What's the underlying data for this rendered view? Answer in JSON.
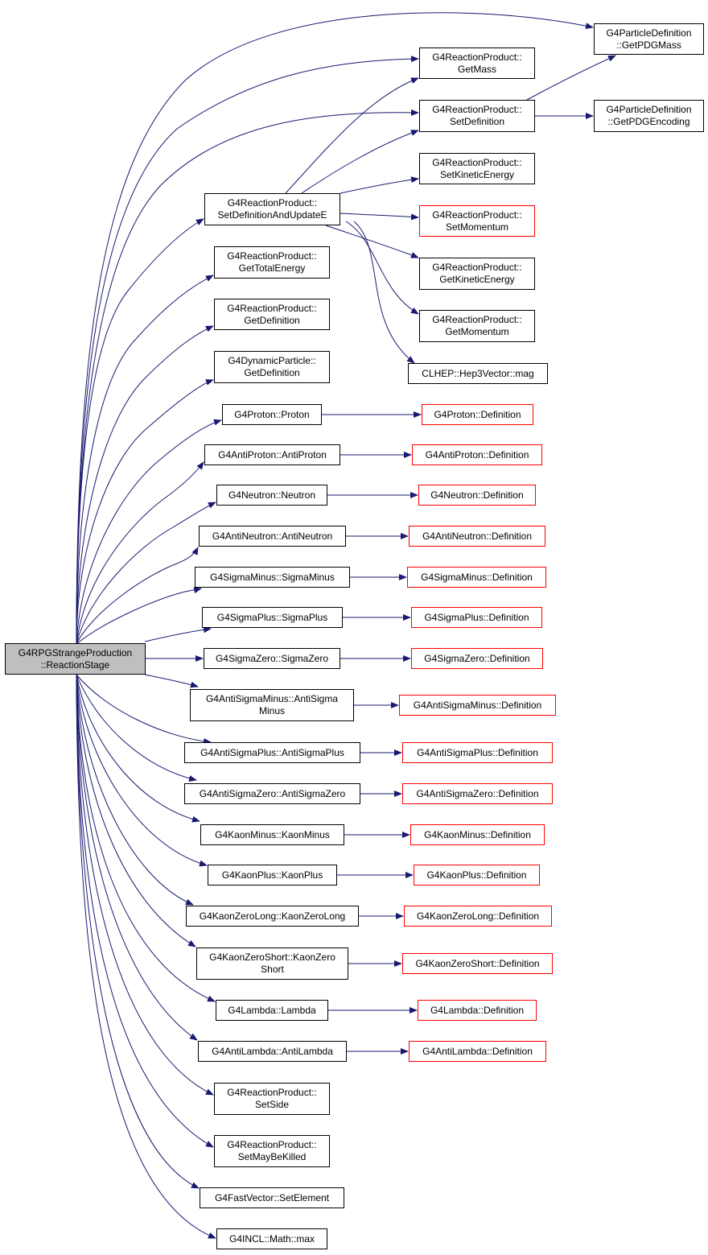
{
  "nodes": {
    "root": [
      "G4RPGStrangeProduction",
      "::ReactionStage"
    ],
    "pdg_mass": [
      "G4ParticleDefinition",
      "::GetPDGMass"
    ],
    "pdg_encoding": [
      "G4ParticleDefinition",
      "::GetPDGEncoding"
    ],
    "rp_getmass": [
      "G4ReactionProduct::",
      "GetMass"
    ],
    "rp_setdef": [
      "G4ReactionProduct::",
      "SetDefinition"
    ],
    "rp_setke": [
      "G4ReactionProduct::",
      "SetKineticEnergy"
    ],
    "rp_setmom": [
      "G4ReactionProduct::",
      "SetMomentum"
    ],
    "rp_getke": [
      "G4ReactionProduct::",
      "GetKineticEnergy"
    ],
    "rp_getmom": [
      "G4ReactionProduct::",
      "GetMomentum"
    ],
    "hep3mag": [
      "CLHEP::Hep3Vector::mag"
    ],
    "rp_setdefe": [
      "G4ReactionProduct::",
      "SetDefinitionAndUpdateE"
    ],
    "rp_gettot": [
      "G4ReactionProduct::",
      "GetTotalEnergy"
    ],
    "rp_getdef": [
      "G4ReactionProduct::",
      "GetDefinition"
    ],
    "dp_getdef": [
      "G4DynamicParticle::",
      "GetDefinition"
    ],
    "proton": [
      "G4Proton::Proton"
    ],
    "proton_def": [
      "G4Proton::Definition"
    ],
    "aproton": [
      "G4AntiProton::AntiProton"
    ],
    "aproton_def": [
      "G4AntiProton::Definition"
    ],
    "neutron": [
      "G4Neutron::Neutron"
    ],
    "neutron_def": [
      "G4Neutron::Definition"
    ],
    "aneutron": [
      "G4AntiNeutron::AntiNeutron"
    ],
    "aneutron_def": [
      "G4AntiNeutron::Definition"
    ],
    "sigmam": [
      "G4SigmaMinus::SigmaMinus"
    ],
    "sigmam_def": [
      "G4SigmaMinus::Definition"
    ],
    "sigmap": [
      "G4SigmaPlus::SigmaPlus"
    ],
    "sigmap_def": [
      "G4SigmaPlus::Definition"
    ],
    "sigma0": [
      "G4SigmaZero::SigmaZero"
    ],
    "sigma0_def": [
      "G4SigmaZero::Definition"
    ],
    "asigmam": [
      "G4AntiSigmaMinus::AntiSigma",
      "Minus"
    ],
    "asigmam_def": [
      "G4AntiSigmaMinus::Definition"
    ],
    "asigmap": [
      "G4AntiSigmaPlus::AntiSigmaPlus"
    ],
    "asigmap_def": [
      "G4AntiSigmaPlus::Definition"
    ],
    "asigma0": [
      "G4AntiSigmaZero::AntiSigmaZero"
    ],
    "asigma0_def": [
      "G4AntiSigmaZero::Definition"
    ],
    "kaonm": [
      "G4KaonMinus::KaonMinus"
    ],
    "kaonm_def": [
      "G4KaonMinus::Definition"
    ],
    "kaonp": [
      "G4KaonPlus::KaonPlus"
    ],
    "kaonp_def": [
      "G4KaonPlus::Definition"
    ],
    "k0l": [
      "G4KaonZeroLong::KaonZeroLong"
    ],
    "k0l_def": [
      "G4KaonZeroLong::Definition"
    ],
    "k0s": [
      "G4KaonZeroShort::KaonZero",
      "Short"
    ],
    "k0s_def": [
      "G4KaonZeroShort::Definition"
    ],
    "lambda": [
      "G4Lambda::Lambda"
    ],
    "lambda_def": [
      "G4Lambda::Definition"
    ],
    "alambda": [
      "G4AntiLambda::AntiLambda"
    ],
    "alambda_def": [
      "G4AntiLambda::Definition"
    ],
    "rp_setside": [
      "G4ReactionProduct::",
      "SetSide"
    ],
    "rp_setmay": [
      "G4ReactionProduct::",
      "SetMayBeKilled"
    ],
    "fv_setel": [
      "G4FastVector::SetElement"
    ],
    "incl_max": [
      "G4INCL::Math::max"
    ]
  },
  "colors": {
    "edge": "#191970",
    "incomplete_border": "#ff0000",
    "root_fill": "#bfbfbf"
  }
}
